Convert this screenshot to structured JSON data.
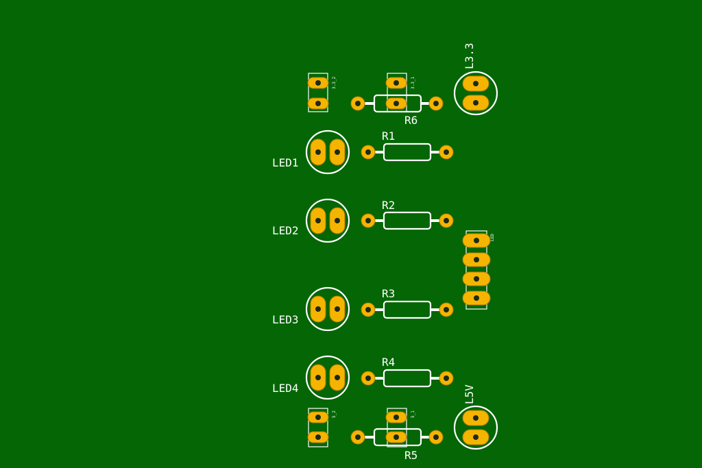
{
  "labels": {
    "l33": "L3.3",
    "l5v": "L5V",
    "r1": "R1",
    "r2": "R2",
    "r3": "R3",
    "r4": "R4",
    "r5": "R5",
    "r6": "R6",
    "led1": "LED1",
    "led2": "LED2",
    "led3": "LED3",
    "led4": "LED4"
  },
  "header_labels": {
    "h33_2": "3.3_2",
    "h33_1": "3.3_1",
    "h5_2": "5_2",
    "h5_1": "5_1",
    "hled": "LED"
  },
  "colors": {
    "board": "#056605",
    "pad": "#f5b400",
    "silkscreen": "#ffffff"
  }
}
